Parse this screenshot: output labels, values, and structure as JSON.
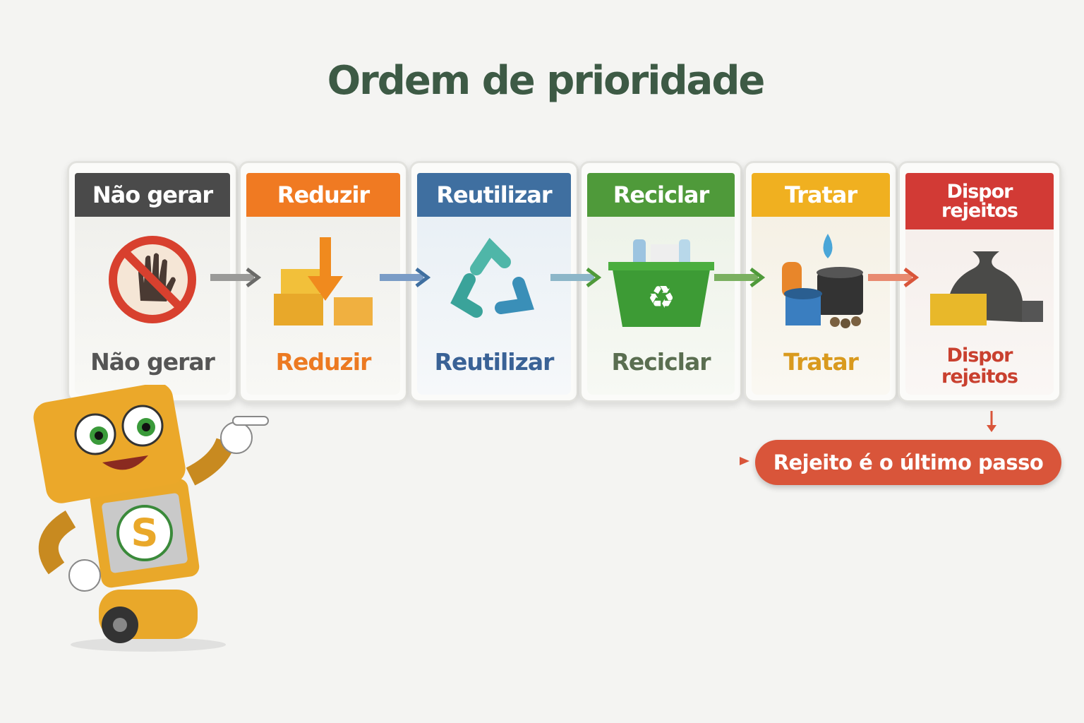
{
  "title": "Ordem de prioridade",
  "steps": [
    {
      "header": "Não gerar",
      "label": "Não gerar",
      "color": "#4a4a4a",
      "text_color": "#555555",
      "icon": "no-hand-icon"
    },
    {
      "header": "Reduzir",
      "label": "Reduzir",
      "color": "#f07a22",
      "text_color": "#ec7a22",
      "icon": "reduce-boxes-icon"
    },
    {
      "header": "Reutilizar",
      "label": "Reutilizar",
      "color": "#3f6fa0",
      "text_color": "#3a6296",
      "icon": "reuse-arrows-icon"
    },
    {
      "header": "Reciclar",
      "label": "Reciclar",
      "color": "#4f9a3a",
      "text_color": "#5a6e50",
      "icon": "recycle-bin-icon"
    },
    {
      "header": "Tratar",
      "label": "Tratar",
      "color": "#f0b020",
      "text_color": "#d99a1e",
      "icon": "treatment-icon"
    },
    {
      "header": "Dispor rejeitos",
      "label": "Dispor rejeitos",
      "color": "#d23a35",
      "text_color": "#c9402f",
      "icon": "trash-bag-icon"
    }
  ],
  "callout": "Rejeito é o último passo"
}
